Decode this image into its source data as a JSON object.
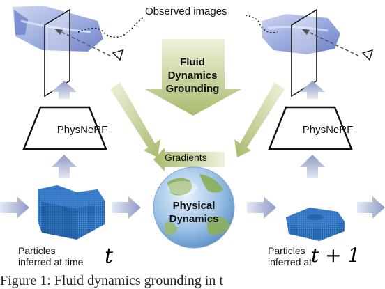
{
  "labels": {
    "observed_images": "Observed images",
    "physnerf_left": "PhysNeRF",
    "physnerf_right": "PhysNeRF",
    "fluid_dynamics_grounding": [
      "Fluid",
      "Dynamics",
      "Grounding"
    ],
    "gradients": "Gradients",
    "physical_dynamics": [
      "Physical",
      "Dynamics"
    ],
    "particles_left": [
      "Particles",
      "inferred at time"
    ],
    "particles_right": [
      "Particles",
      "inferred at"
    ],
    "time_left": "t",
    "time_right": "t + 1",
    "caption": "Figure 1: Fluid dynamics grounding in t"
  },
  "colors": {
    "green_arrow": "#a9bb6e",
    "green_arrow_light": "#d3dcae",
    "blue_arrow": "#8e9bc4",
    "blue_arrow_light": "#c9d0e6",
    "fluid_blue": "#2f6fb5",
    "fluid_light": "#8fa4d8",
    "globe_ocean": "#6fa6d8",
    "globe_land": "#8cae58"
  },
  "icons": [
    "eye-icon",
    "globe-icon",
    "fluid-particles",
    "image-plane"
  ]
}
